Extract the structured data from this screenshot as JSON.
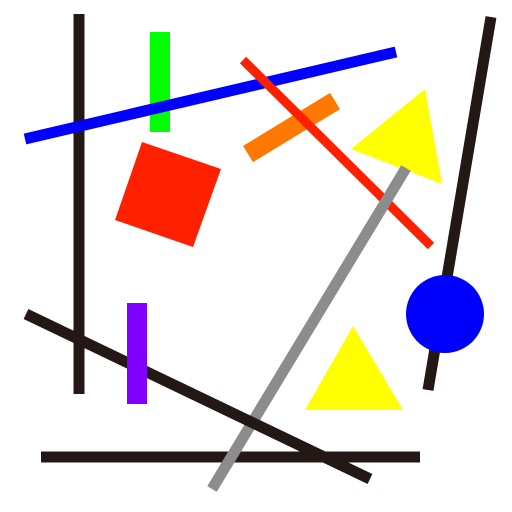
{
  "colors": {
    "background": "#ffffff",
    "black": "#231815",
    "blue": "#0000ff",
    "green": "#00ff00",
    "red": "#ff2000",
    "orange": "#ff7800",
    "yellow": "#ffff00",
    "gray": "#8c8c8c",
    "purple": "#8000ff"
  },
  "shapes": [
    "black-vertical-line-left",
    "black-diagonal-line-right",
    "black-diagonal-line-lower-left",
    "black-horizontal-line-bottom",
    "blue-line-top",
    "green-bar",
    "red-square",
    "orange-bar",
    "red-diagonal-line",
    "yellow-triangle-top-right",
    "gray-diagonal-line",
    "blue-circle",
    "purple-bar",
    "yellow-triangle-bottom"
  ]
}
